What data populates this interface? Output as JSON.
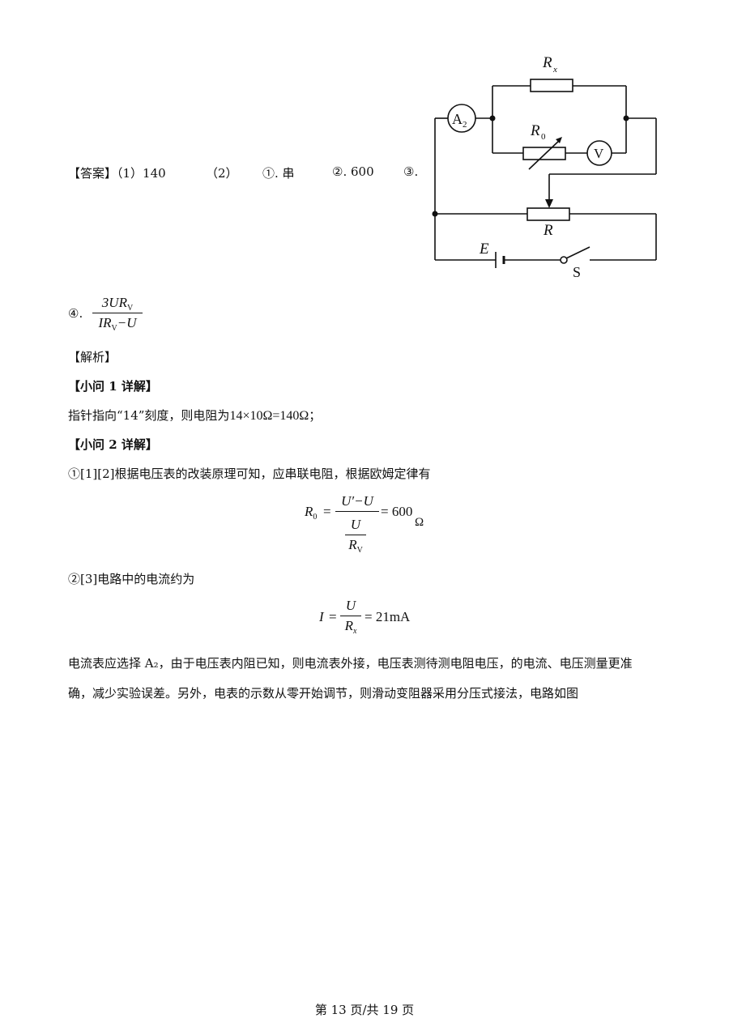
{
  "answer": {
    "prefix": "【答案】（1）140",
    "part2": "（2）",
    "item1_num": "①",
    "item1": ". 串",
    "item2_num": "②",
    "item2": ". 600",
    "item3_num": "③",
    "item3": ".",
    "item4_num": "④",
    "item4_dot": ".",
    "item4_num_formula": "3UR",
    "item4_num_sub": "V",
    "item4_den_formula_a": "IR",
    "item4_den_sub": "V",
    "item4_den_formula_b": "−U"
  },
  "circuit": {
    "rx_label": "R",
    "rx_sub": "x",
    "r0_label": "R",
    "r0_sub": "0",
    "ammeter_label": "A",
    "ammeter_sub": "2",
    "voltmeter_label": "V",
    "r_label": "R",
    "e_label": "E",
    "s_label": "S"
  },
  "analysis": {
    "heading": "【解析】",
    "q1_heading": "【小问 1 详解】",
    "q1_text_a": "指针指向“14”刻度，则电阻为",
    "q1_text_b": "14×10Ω=140Ω",
    "q1_text_c": "；",
    "q2_heading": "【小问 2 详解】",
    "q2_p1": "①[1][2]根据电压表的改装原理可知，应串联电阻，根据欧姆定律有",
    "eq1_lhs": "R",
    "eq1_lhs_sub": "0",
    "eq1_eq": "=",
    "eq1_num": "U′−U",
    "eq1_mid": "U",
    "eq1_den": "R",
    "eq1_den_sub": "V",
    "eq1_rhs": "= 600",
    "eq1_unit": "Ω",
    "q2_p2": "②[3]电路中的电流约为",
    "eq2_lhs": "I",
    "eq2_eq": "=",
    "eq2_num": "U",
    "eq2_den": "R",
    "eq2_den_sub": "x",
    "eq2_rhs": "= 21mA",
    "q2_p3_line1": "电流表应选择 A₂，由于电压表内阻已知，则电流表外接，电压表测待测电阻电压，的电流、电压测量更准",
    "q2_p3_line2": "确，减少实验误差。另外，电表的示数从零开始调节，则滑动变阻器采用分压式接法，电路如图"
  },
  "footer": {
    "page": "第 13 页/共 19 页"
  }
}
